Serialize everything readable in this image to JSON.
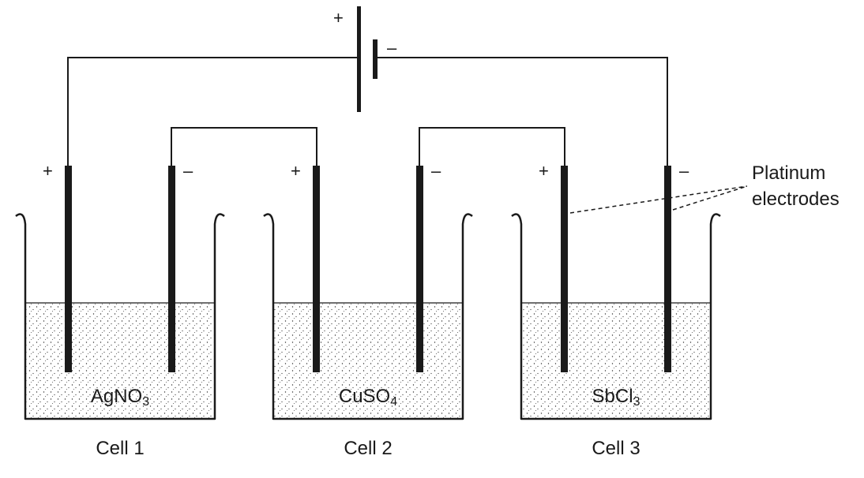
{
  "battery": {
    "positive_sign": "+",
    "negative_sign": "–"
  },
  "electrode_signs": {
    "positive": "+",
    "negative": "–"
  },
  "cells": [
    {
      "name": "Cell 1",
      "formula_main": "AgNO",
      "formula_sub": "3"
    },
    {
      "name": "Cell 2",
      "formula_main": "CuSO",
      "formula_sub": "4"
    },
    {
      "name": "Cell 3",
      "formula_main": "SbCl",
      "formula_sub": "3"
    }
  ],
  "annotation": {
    "line1": "Platinum",
    "line2": "electrodes"
  }
}
